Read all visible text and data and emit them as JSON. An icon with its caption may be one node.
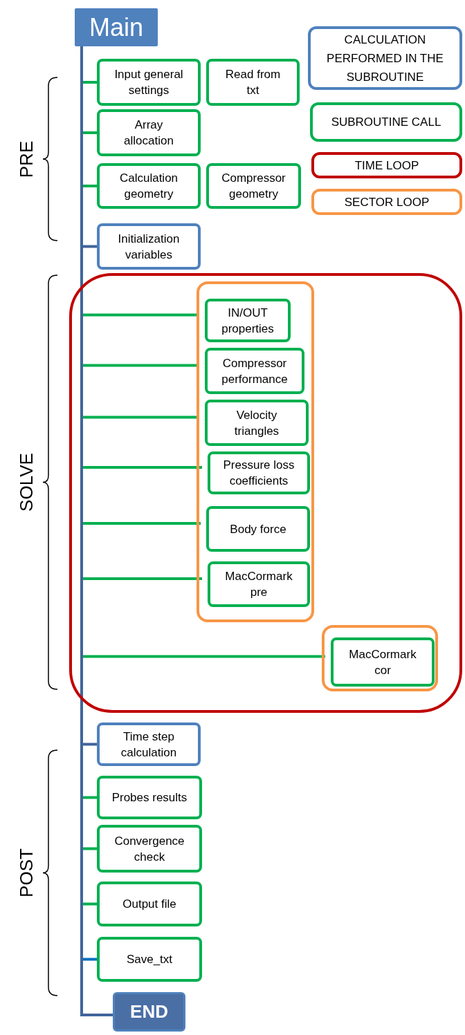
{
  "diagram": {
    "nodes": [
      {
        "text": [
          "Main"
        ]
      },
      {
        "text": [
          "Input general settings"
        ]
      },
      {
        "text": [
          "Read from txt"
        ]
      },
      {
        "text": [
          "Array allocation"
        ]
      },
      {
        "text": [
          "Calculation geometry"
        ]
      },
      {
        "text": [
          "Compressor geometry"
        ]
      },
      {
        "text": [
          "Initialization variables"
        ]
      },
      {
        "text": [],
        "shape": "box"
      },
      {
        "text": [],
        "shape": "box",
        "in": 7
      },
      {
        "text": [
          "IN/OUT properties"
        ],
        "in": 8
      },
      {
        "text": [
          "Compressor performance"
        ],
        "in": 8
      },
      {
        "text": [
          "Velocity triangles"
        ],
        "in": 8
      },
      {
        "text": [
          "Pressure loss coefficients"
        ],
        "in": 8
      },
      {
        "text": [
          "Body force"
        ],
        "in": 8
      },
      {
        "text": [
          "MacCormark pre"
        ],
        "in": 8
      },
      {
        "text": [],
        "shape": "box",
        "in": 7
      },
      {
        "text": [
          "MacCormark cor"
        ],
        "in": 15
      },
      {
        "text": [
          "Time step calculation"
        ]
      },
      {
        "text": [
          "Probes results"
        ]
      },
      {
        "text": [
          "Convergence check"
        ]
      },
      {
        "text": [
          "Output file"
        ]
      },
      {
        "text": [
          "Save_txt"
        ]
      },
      {
        "text": [
          "END"
        ]
      }
    ],
    "edges": [
      {
        "from": 0,
        "to": 1,
        "arrow": "none"
      },
      {
        "from": 0,
        "to": 3,
        "arrow": "none"
      },
      {
        "from": 0,
        "to": 4,
        "arrow": "none"
      },
      {
        "from": 0,
        "to": 6,
        "arrow": "none",
        "color": "#41659a"
      },
      {
        "from": 0,
        "to": 9,
        "arrow": "none"
      },
      {
        "from": 0,
        "to": 10,
        "arrow": "none"
      },
      {
        "from": 0,
        "to": 11,
        "arrow": "none"
      },
      {
        "from": 0,
        "to": 12,
        "arrow": "none"
      },
      {
        "from": 0,
        "to": 13,
        "arrow": "none"
      },
      {
        "from": 0,
        "to": 14,
        "arrow": "none"
      },
      {
        "from": 0,
        "to": 16,
        "arrow": "none"
      },
      {
        "from": 0,
        "to": 17,
        "arrow": "none",
        "color": "#41659a"
      },
      {
        "from": 0,
        "to": 18,
        "arrow": "none"
      },
      {
        "from": 0,
        "to": 19,
        "arrow": "none"
      },
      {
        "from": 0,
        "to": 20,
        "arrow": "none"
      },
      {
        "from": 0,
        "to": 21,
        "arrow": "none",
        "color": "#0070c0"
      },
      {
        "from": 0,
        "to": 22,
        "arrow": "none",
        "color": "#41659a"
      }
    ],
    "labels": [
      "PRE",
      "SOLVE",
      "POST"
    ],
    "legend": [
      {
        "text": "CALCULATION PERFORMED IN THE SUBROUTINE",
        "color": "#4f81bd"
      },
      {
        "text": "SUBROUTINE CALL",
        "color": "#00b050"
      },
      {
        "text": "TIME LOOP",
        "color": "#c00000"
      },
      {
        "text": "SECTOR LOOP",
        "color": "#f79646"
      }
    ]
  }
}
